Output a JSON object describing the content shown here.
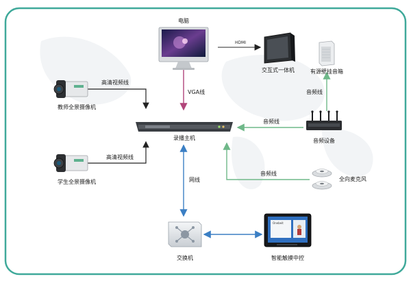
{
  "diagram": {
    "nodes": {
      "computer": "电脑",
      "interactive_panel": "交互式一体机",
      "active_speaker": "有源壁挂音箱",
      "teacher_camera": "教师全景摄像机",
      "recorder": "录播主机",
      "audio_device": "音频设备",
      "student_camera": "学生全景摄像机",
      "mic": "全向麦克风",
      "switch": "交换机",
      "touch_control": "智能触摸中控"
    },
    "edges": {
      "hdmi": "HDMI",
      "vga": "VGA线",
      "audio_to_speaker": "音频线",
      "teacher_video": "高清视频线",
      "audio_to_recorder": "音频线",
      "student_video": "高清视频线",
      "mic_audio": "音频线",
      "network": "网线"
    },
    "colors": {
      "frame": "#3fa99a",
      "video_arrow": "#222222",
      "vga_arrow": "#b1457a",
      "audio_arrow": "#6fb889",
      "network_arrow": "#3b7fc4"
    },
    "screen_text": "Onebeit"
  }
}
